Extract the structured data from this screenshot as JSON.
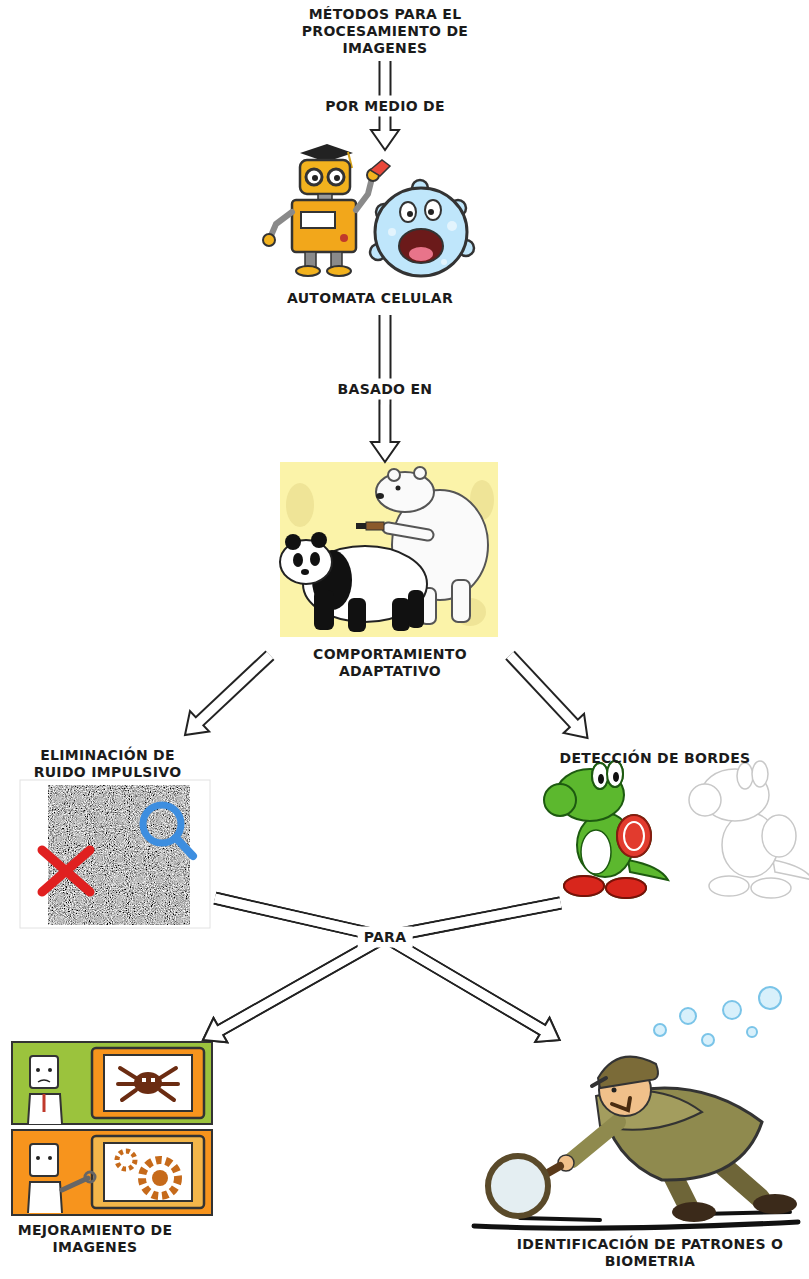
{
  "diagram": {
    "nodes": [
      {
        "text": [
          "MÉTODOS PARA EL PROCESAMIENTO DE IMAGENES"
        ]
      },
      {
        "text": [
          "AUTOMATA CELULAR"
        ]
      },
      {
        "text": [
          "COMPORTAMIENTO ADAPTATIVO"
        ]
      },
      {
        "text": [
          "ELIMINACIÓN DE RUIDO IMPULSIVO"
        ]
      },
      {
        "text": [
          "DETECCIÓN DE BORDES"
        ]
      },
      {
        "text": [
          "MEJORAMIENTO DE IMAGENES"
        ]
      },
      {
        "text": [
          "IDENTIFICACIÓN DE PATRONES O BIOMETRIA"
        ]
      }
    ],
    "edges": [
      {
        "from": 0,
        "to": 1,
        "arrow": "to",
        "label": "POR MEDIO DE"
      },
      {
        "from": 1,
        "to": 2,
        "arrow": "to",
        "label": "BASADO EN"
      },
      {
        "from": 2,
        "to": 3,
        "arrow": "to"
      },
      {
        "from": 2,
        "to": 4,
        "arrow": "to"
      },
      {
        "from": 3,
        "to": 5,
        "arrow": "to"
      },
      {
        "from": 3,
        "to": 6,
        "arrow": "to"
      },
      {
        "from": 4,
        "to": 5,
        "arrow": "to"
      },
      {
        "from": 4,
        "to": 6,
        "arrow": "to"
      }
    ],
    "labels": [
      "PARA"
    ]
  }
}
